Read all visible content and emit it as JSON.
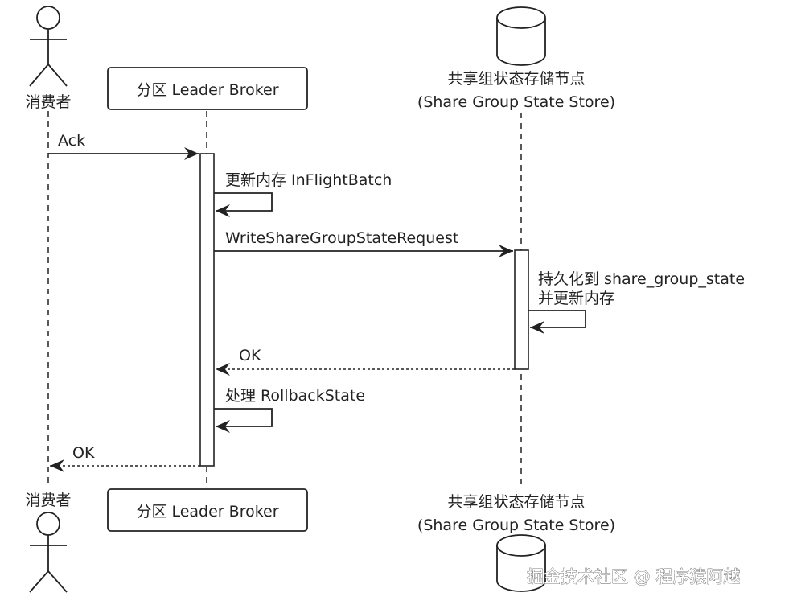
{
  "participants": {
    "consumer": {
      "label": "消费者",
      "shape": "actor-icon"
    },
    "broker": {
      "label": "分区 Leader Broker",
      "shape": "box"
    },
    "store": {
      "line1": "共享组状态存储节点",
      "line2": "(Share Group State Store)",
      "shape": "database-icon"
    }
  },
  "messages": [
    {
      "from": "consumer",
      "to": "broker",
      "label": "Ack",
      "style": "solid"
    },
    {
      "from": "broker",
      "to": "broker",
      "label": "更新内存 InFlightBatch",
      "style": "solid"
    },
    {
      "from": "broker",
      "to": "store",
      "label": "WriteShareGroupStateRequest",
      "style": "solid"
    },
    {
      "from": "store",
      "to": "store",
      "label_line1": "持久化到 share_group_state",
      "label_line2": "并更新内存",
      "style": "solid"
    },
    {
      "from": "store",
      "to": "broker",
      "label": "OK",
      "style": "dashed"
    },
    {
      "from": "broker",
      "to": "broker",
      "label": "处理 RollbackState",
      "style": "solid"
    },
    {
      "from": "broker",
      "to": "consumer",
      "label": "OK",
      "style": "dashed"
    }
  ],
  "watermark": "掘金技术社区 @ 程序猿阿越",
  "colors": {
    "stroke": "#222222",
    "text": "#222222",
    "background": "#ffffff"
  }
}
